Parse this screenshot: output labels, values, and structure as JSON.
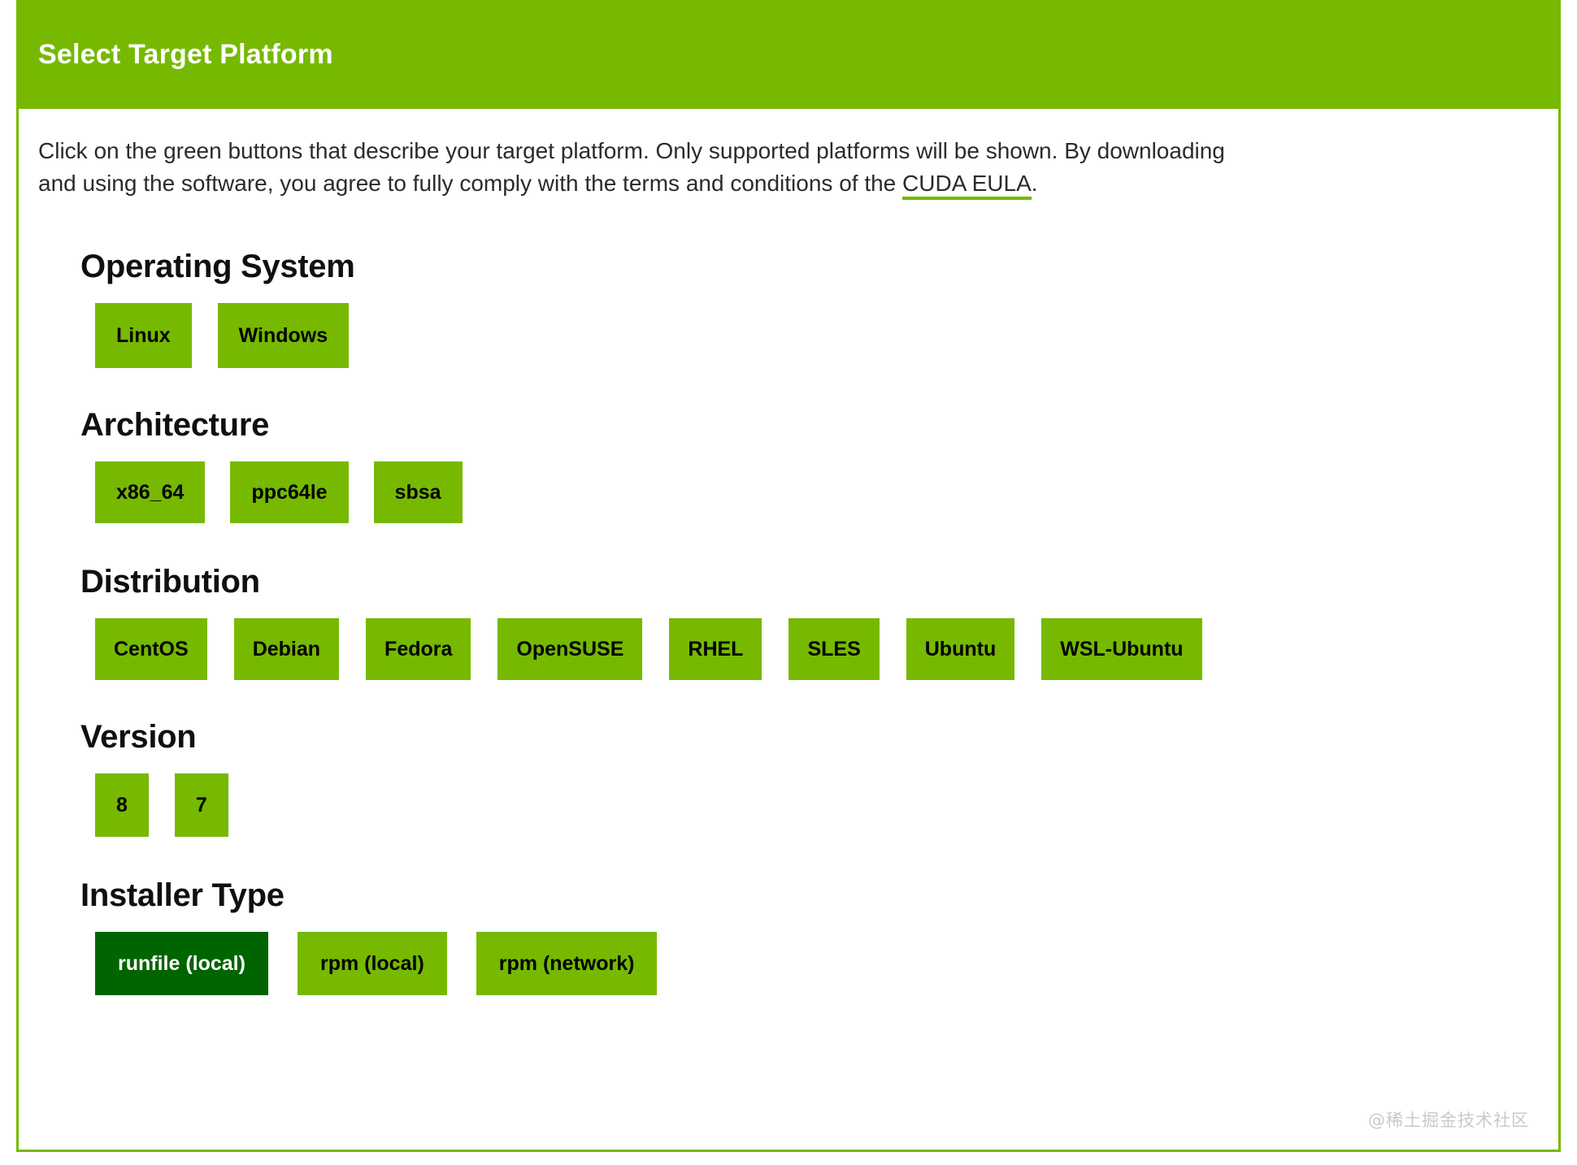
{
  "header": {
    "title": "Select Target Platform"
  },
  "intro": {
    "text_before": "Click on the green buttons that describe your target platform. Only supported platforms will be shown. By downloading and using the software, you agree to fully comply with the terms and conditions of the ",
    "link_label": "CUDA EULA",
    "text_after": "."
  },
  "sections": [
    {
      "id": "operating-system",
      "heading": "Operating System",
      "options": [
        {
          "label": "Linux",
          "selected": false
        },
        {
          "label": "Windows",
          "selected": false
        }
      ]
    },
    {
      "id": "architecture",
      "heading": "Architecture",
      "options": [
        {
          "label": "x86_64",
          "selected": false
        },
        {
          "label": "ppc64le",
          "selected": false
        },
        {
          "label": "sbsa",
          "selected": false
        }
      ]
    },
    {
      "id": "distribution",
      "heading": "Distribution",
      "options": [
        {
          "label": "CentOS",
          "selected": false
        },
        {
          "label": "Debian",
          "selected": false
        },
        {
          "label": "Fedora",
          "selected": false
        },
        {
          "label": "OpenSUSE",
          "selected": false
        },
        {
          "label": "RHEL",
          "selected": false
        },
        {
          "label": "SLES",
          "selected": false
        },
        {
          "label": "Ubuntu",
          "selected": false
        },
        {
          "label": "WSL-Ubuntu",
          "selected": false
        }
      ]
    },
    {
      "id": "version",
      "heading": "Version",
      "options": [
        {
          "label": "8",
          "selected": false
        },
        {
          "label": "7",
          "selected": false
        }
      ]
    },
    {
      "id": "installer-type",
      "heading": "Installer Type",
      "options": [
        {
          "label": "runfile (local)",
          "selected": true
        },
        {
          "label": "rpm (local)",
          "selected": false
        },
        {
          "label": "rpm (network)",
          "selected": false
        }
      ]
    }
  ],
  "watermark": "@稀土掘金技术社区",
  "colors": {
    "brand_green": "#76b900",
    "selected_green": "#006400",
    "text_dark": "#2b2b2b",
    "heading_black": "#101010",
    "watermark_grey": "#c9c9c9"
  }
}
